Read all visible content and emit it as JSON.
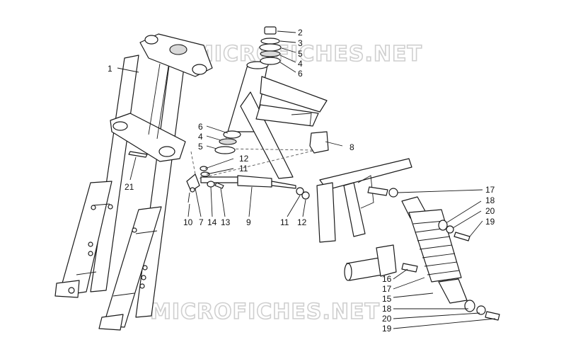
{
  "watermark": {
    "top": "MICROFICHES.NET",
    "bottom": "MICROFICHES.NET"
  },
  "callouts": {
    "c1": "1",
    "c2": "2",
    "c3": "3",
    "c5a": "5",
    "c4a": "4",
    "c6a": "6",
    "c6b": "6",
    "c4b": "4",
    "c5b": "5",
    "c8": "8",
    "c12a": "12",
    "c11a": "11",
    "c21": "21",
    "c10": "10",
    "c7": "7",
    "c14": "14",
    "c13": "13",
    "c9": "9",
    "c11b": "11",
    "c12b": "12",
    "c17a": "17",
    "c18a": "18",
    "c20a": "20",
    "c19a": "19",
    "c16": "16",
    "c17b": "17",
    "c15": "15",
    "c18b": "18",
    "c20b": "20",
    "c19b": "19"
  }
}
